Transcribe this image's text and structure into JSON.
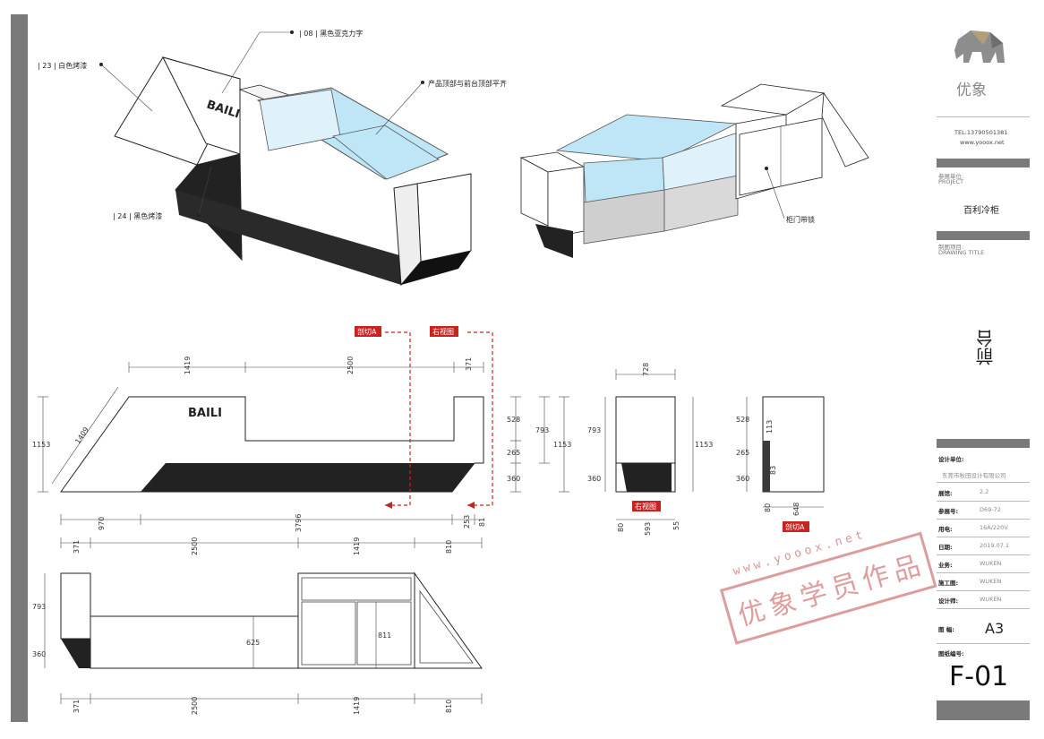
{
  "colors": {
    "accent_red": "#c9231f",
    "dark_gray": "#3a3a3a",
    "body_black": "#222222",
    "glass_blue": "#bfe6f6"
  },
  "callouts": {
    "c08": "| 08 |  黑色亚克力字",
    "c23": "| 23 |  白色烤漆",
    "c24": "| 24 |  黑色烤漆",
    "top_note": "产品顶部与前台顶部平齐",
    "lock": "柜门带锁"
  },
  "brand_text": "BAILI",
  "view_tags": {
    "section_a": "剖切A",
    "right_view": "右视图"
  },
  "dims": {
    "front_top": [
      "1419",
      "2500",
      "371"
    ],
    "front_bottom": [
      "970",
      "3796",
      "253",
      "81"
    ],
    "front_left_height": "1153",
    "front_diag": "1409",
    "front_right_inner": [
      "528",
      "265",
      "360"
    ],
    "front_right_mid": "793",
    "front_right_total": "1153",
    "plan_top": [
      "371",
      "2500",
      "1419",
      "810"
    ],
    "plan_bottom": [
      "371",
      "2500",
      "1419",
      "810"
    ],
    "plan_left": [
      "793",
      "360"
    ],
    "plan_inner": [
      "625",
      "811"
    ],
    "right_top": "728",
    "right_left": [
      "793",
      "360"
    ],
    "right_total": "1153",
    "right_bottom": [
      "80",
      "593",
      "55"
    ],
    "sec_left": [
      "528",
      "265",
      "360"
    ],
    "sec_inner": [
      "113",
      "83"
    ],
    "sec_bottom": [
      "80",
      "648"
    ]
  },
  "stamp": {
    "url": "www.yooox.net",
    "text": "优象学员作品"
  },
  "title_block": {
    "logo_text": "优象",
    "tel": "TEL:13790501381",
    "web": "www.yooox.net",
    "project_cn": "参展单位:",
    "project_en": "PROJECT",
    "project_name": "百利冷柜",
    "drawing_cn": "制图项目:",
    "drawing_en": "DRAWING TITLE",
    "drawing_name": "前台",
    "company_label": "设计单位:",
    "company": "东莞市秋田设计有限公司",
    "rows": [
      {
        "k": "展馆:",
        "v": "2.2"
      },
      {
        "k": "参展号:",
        "v": "D69-72"
      },
      {
        "k": "用电:",
        "v": "16A/220V"
      },
      {
        "k": "日期:",
        "v": "2019.07.1"
      },
      {
        "k": "业务:",
        "v": "WUKEN"
      },
      {
        "k": "施工图:",
        "v": "WUKEN"
      },
      {
        "k": "设计师:",
        "v": "WUKEN"
      }
    ],
    "size_label": "图  幅:",
    "size": "A3",
    "number_label": "图纸编号:",
    "number": "F-01"
  }
}
